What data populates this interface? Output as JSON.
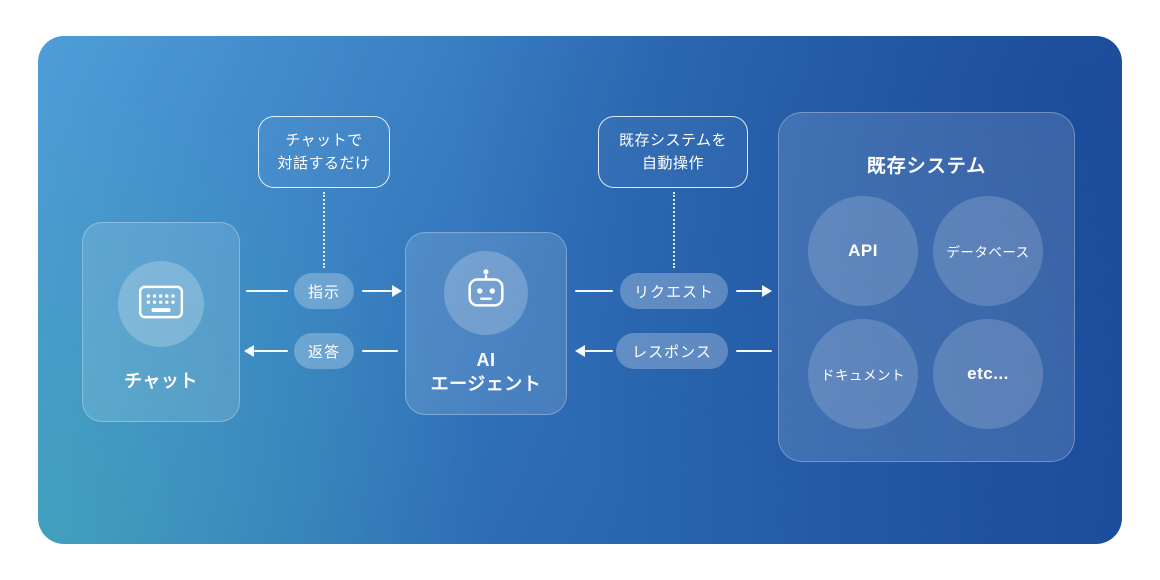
{
  "diagram": {
    "chat": {
      "label": "チャット"
    },
    "agent": {
      "line1": "AI",
      "line2": "エージェント"
    },
    "system": {
      "title": "既存システム",
      "nodes": [
        {
          "label": "API"
        },
        {
          "label": "データベース"
        },
        {
          "label": "ドキュメント"
        },
        {
          "label": "etc..."
        }
      ]
    },
    "flows": {
      "instruction": "指示",
      "reply": "返答",
      "request": "リクエスト",
      "response": "レスポンス"
    },
    "callouts": {
      "chat": {
        "line1": "チャットで",
        "line2": "対話するだけ"
      },
      "system": {
        "line1": "既存システムを",
        "line2": "自動操作"
      }
    },
    "colors": {
      "panel_gradient_start": "#4f9ed8",
      "panel_gradient_mid": "#2f6fb7",
      "panel_gradient_end": "#1c4f9e",
      "teal_glow": "#40beaa",
      "card_fill": "rgba(255,255,255,0.13)",
      "text": "#ffffff"
    }
  }
}
